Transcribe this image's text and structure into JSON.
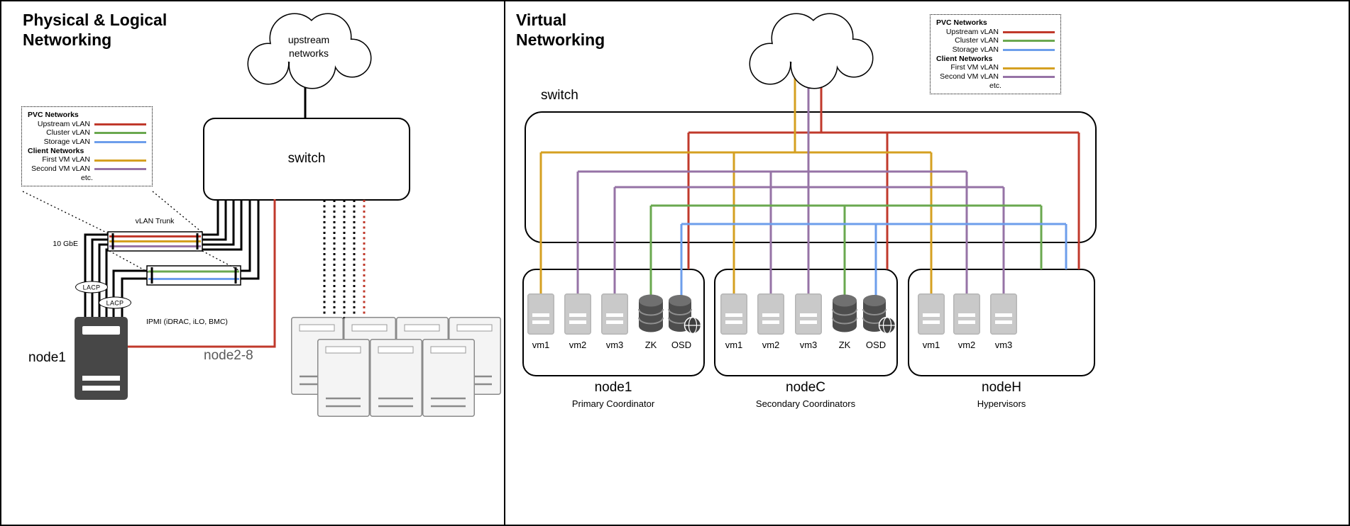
{
  "colors": {
    "upstream_vlan": "#c0392b",
    "cluster_vlan": "#6aa84f",
    "storage_vlan": "#6d9eeb",
    "first_vm_vlan": "#d5a021",
    "second_vm_vlan": "#9673a6",
    "cable_black": "#000000"
  },
  "legend": {
    "pvc_title": "PVC Networks",
    "client_title": "Client Networks",
    "etc_label": "etc.",
    "pvc_rows": [
      {
        "label": "Upstream vLAN",
        "color": "#c0392b"
      },
      {
        "label": "Cluster vLAN",
        "color": "#6aa84f"
      },
      {
        "label": "Storage vLAN",
        "color": "#6d9eeb"
      }
    ],
    "client_rows": [
      {
        "label": "First VM vLAN",
        "color": "#d5a021"
      },
      {
        "label": "Second VM vLAN",
        "color": "#9673a6"
      }
    ]
  },
  "left_panel": {
    "title": "Physical & Logical\nNetworking",
    "cloud_label": "upstream\nnetworks",
    "switch_label": "switch",
    "vlan_trunk_label": "vLAN Trunk",
    "link_speed_label": "10 GbE",
    "lacp_label": "LACP",
    "ipmi_label": "IPMI (iDRAC, iLO, BMC)",
    "node1_label": "node1",
    "node_group_label": "node2-8"
  },
  "right_panel": {
    "title": "Virtual\nNetworking",
    "switch_label": "switch",
    "nodes": [
      {
        "name": "node1",
        "role": "Primary Coordinator",
        "items": [
          "vm1",
          "vm2",
          "vm3",
          "ZK",
          "OSD"
        ]
      },
      {
        "name": "nodeC",
        "role": "Secondary Coordinators",
        "items": [
          "vm1",
          "vm2",
          "vm3",
          "ZK",
          "OSD"
        ]
      },
      {
        "name": "nodeH",
        "role": "Hypervisors",
        "items": [
          "vm1",
          "vm2",
          "vm3"
        ]
      }
    ]
  }
}
